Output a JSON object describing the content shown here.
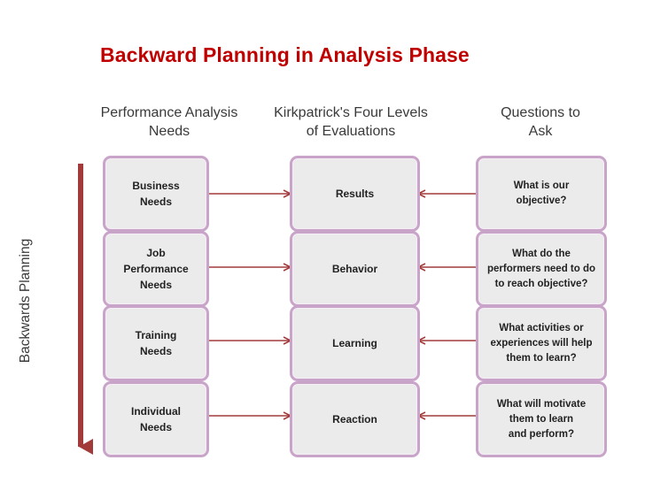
{
  "title": "Backward Planning in Analysis Phase",
  "headers": {
    "col1": [
      "Performance Analysis",
      "Needs"
    ],
    "col2": [
      "Kirkpatrick's Four Levels",
      "of Evaluations"
    ],
    "col3": [
      "Questions to",
      "Ask"
    ]
  },
  "side_label": "Backwards Planning",
  "rows": [
    {
      "need": [
        "Business",
        "Needs"
      ],
      "level": "Results",
      "question": [
        "What is our",
        "objective?"
      ]
    },
    {
      "need": [
        "Job",
        "Performance",
        "Needs"
      ],
      "level": "Behavior",
      "question": [
        "What do the",
        "performers need to do",
        "to reach objective?"
      ]
    },
    {
      "need": [
        "Training",
        "Needs"
      ],
      "level": "Learning",
      "question": [
        "What activities or",
        "experiences will help",
        "them to learn?"
      ]
    },
    {
      "need": [
        "Individual",
        "Needs"
      ],
      "level": "Reaction",
      "question": [
        "What will motivate",
        "them to learn",
        "and perform?"
      ]
    }
  ],
  "colors": {
    "title": "#c00000",
    "arrow": "#a33a3a",
    "box_fill": "#ebebeb",
    "box_border": "#c9a4c9"
  }
}
